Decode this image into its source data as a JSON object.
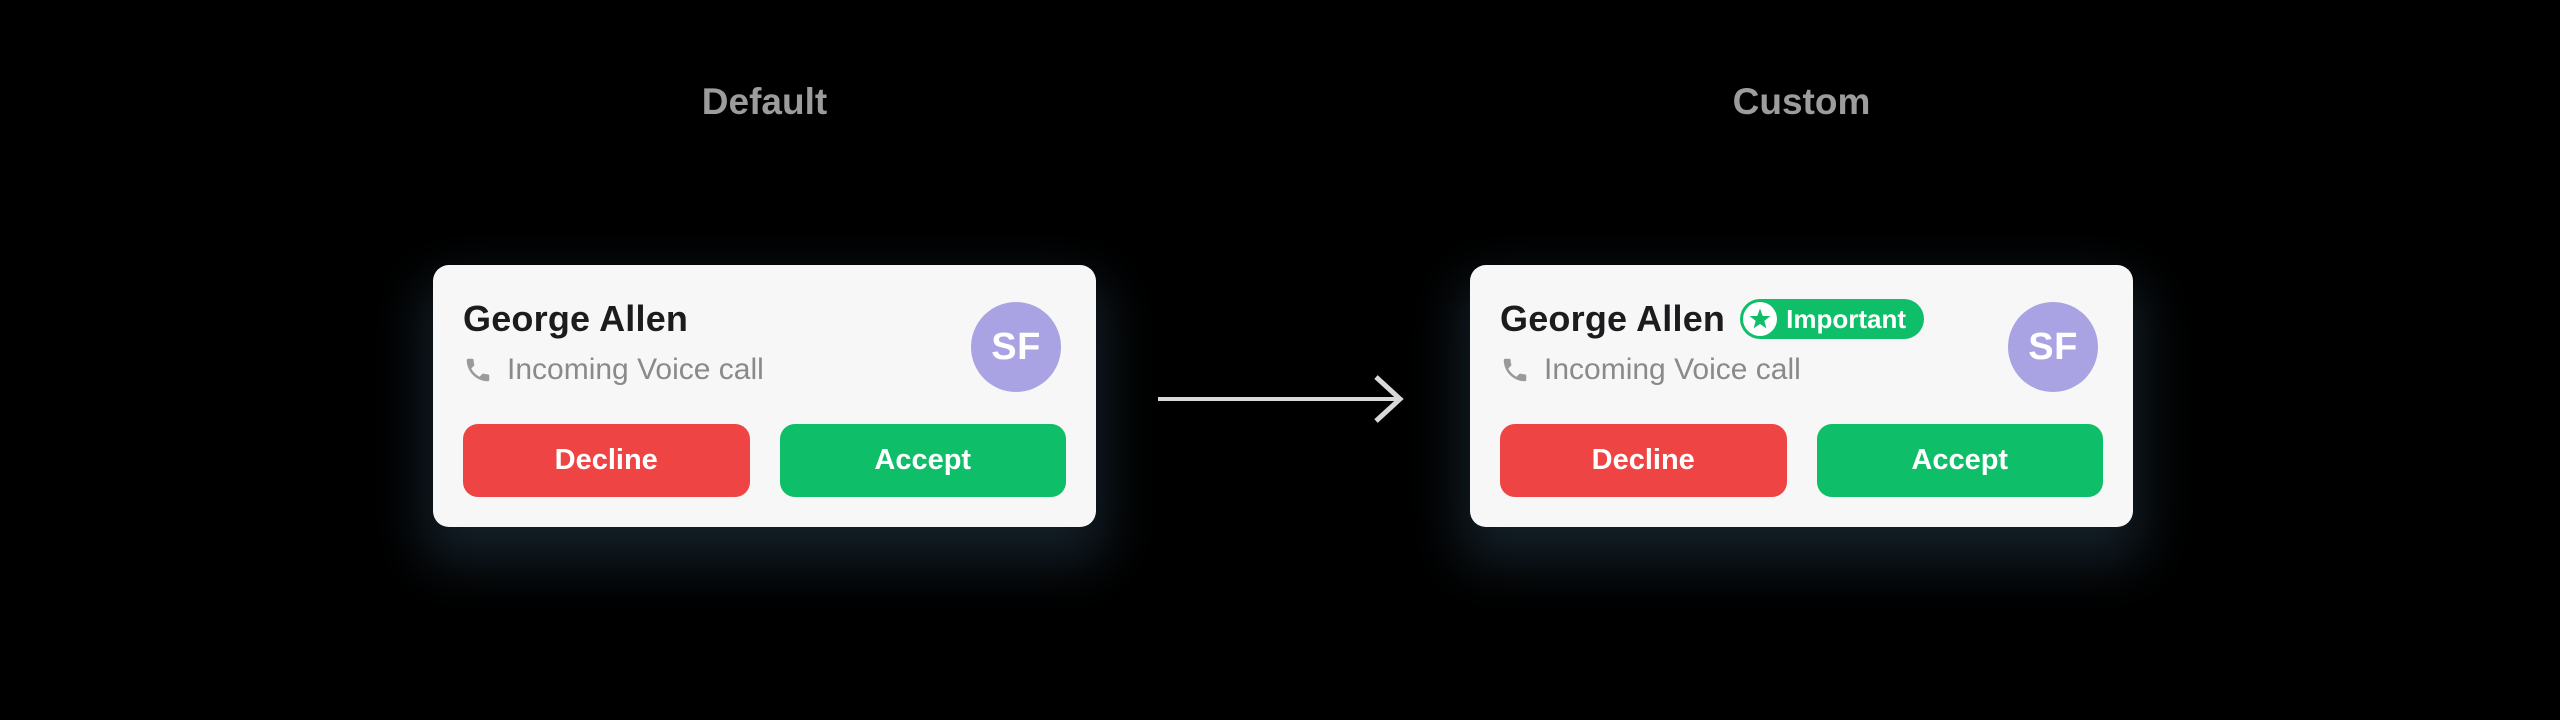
{
  "theme": {
    "background": "#000000",
    "card_bg": "#F7F7F8",
    "title_color": "#9C9C9C",
    "name_color": "#1C1C1E",
    "subtitle_color": "#8A8A8A",
    "phone_icon_color": "#9A9A9A",
    "decline_bg": "#EF4444",
    "accept_bg": "#0EBE68",
    "badge_bg": "#0EBE68",
    "badge_text": "#FFFFFF",
    "button_text": "#FFFFFF",
    "avatar_bg": "#A9A3E4",
    "avatar_text": "#FFFFFF",
    "arrow_color": "#D9D9D9"
  },
  "icons": {
    "call": "phone-icon",
    "badge": "star-circle-icon",
    "between_panels": "arrow-right-icon"
  },
  "panels": [
    {
      "title": "Default",
      "card": {
        "caller_name": "George Allen",
        "call_status": "Incoming Voice call",
        "avatar_initials": "SF",
        "buttons": {
          "decline": "Decline",
          "accept": "Accept"
        }
      }
    },
    {
      "title": "Custom",
      "card": {
        "caller_name": "George Allen",
        "badge": {
          "label": "Important"
        },
        "call_status": "Incoming Voice call",
        "avatar_initials": "SF",
        "buttons": {
          "decline": "Decline",
          "accept": "Accept"
        }
      }
    }
  ],
  "arrow": {
    "direction": "right"
  }
}
